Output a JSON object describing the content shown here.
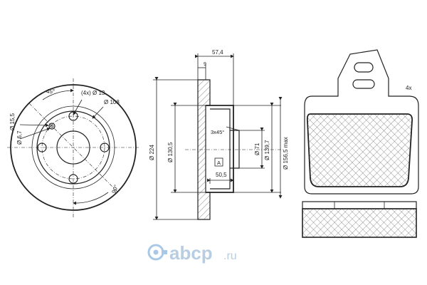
{
  "disc_front": {
    "labels": {
      "bolt_angle": "45°",
      "holes": "(4x) Ø 13",
      "pcd": "Ø 108",
      "hole_155": "Ø 15,5",
      "hole_67": "Ø 6,7",
      "angle_90": "90°"
    }
  },
  "disc_section": {
    "labels": {
      "width": "57,4",
      "thickness": "9",
      "chamfer": "3x45°",
      "outer": "Ø 224",
      "hub": "Ø 130,5",
      "center": "Ø 71",
      "pilot": "Ø 139,7",
      "max": "Ø 156,5 max",
      "depth": "50,5",
      "datum": "A"
    }
  },
  "pads": {
    "quantity": "4x"
  },
  "watermark": {
    "brand": "abcp",
    "suffix": ".ru"
  },
  "colors": {
    "line": "#222222",
    "brand_icon": "#a8c8e6",
    "brand_text": "#b9cde2"
  }
}
